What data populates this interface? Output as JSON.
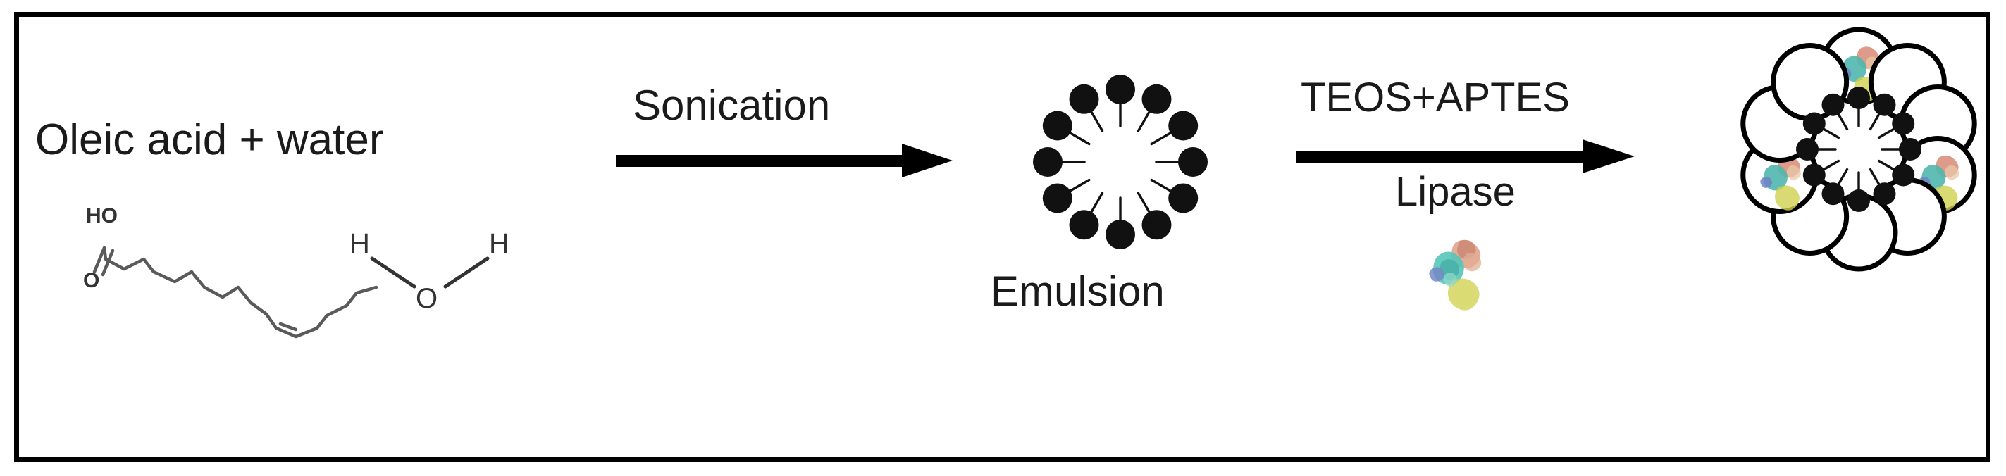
{
  "figure": {
    "domain": "diagram",
    "type": "reaction-scheme",
    "background_color": "#ffffff",
    "border_color": "#000000",
    "text_color": "#1a1a1a"
  },
  "labels": {
    "reactants": "Oleic acid + water",
    "step1": "Sonication",
    "intermediate": "Emulsion",
    "step2_top": "TEOS+APTES",
    "step2_bottom": "Lipase"
  },
  "structures": {
    "oleic_acid": {
      "name": "oleic-acid-structure",
      "hydroxyl_label": "HO",
      "carbonyl_label": "O",
      "has_cis_double_bond": true,
      "line_color": "#5a5a5a"
    },
    "water": {
      "name": "water-molecule",
      "left_hydrogen": "H",
      "oxygen": "O",
      "right_hydrogen": "H",
      "line_color": "#333333"
    },
    "emulsion": {
      "name": "emulsion-micelle",
      "surfactant_count": 12,
      "head_color": "#111111",
      "tail_color": "#111111",
      "orientation": "heads-outward-tails-inward"
    },
    "lipase_free": {
      "name": "lipase-enzyme",
      "palette": [
        "#4fb7ae",
        "#d98a74",
        "#cfd14e",
        "#6f82c6",
        "#e8c8a8"
      ]
    },
    "product": {
      "name": "silica-encapsulated-lipase-nanoparticle",
      "silica_particle_count": 10,
      "lipase_loaded_particles": 3,
      "surfactant_count": 12,
      "particle_outline_color": "#000000",
      "particle_fill_color": "#ffffff"
    }
  },
  "steps": [
    {
      "id": "step-1",
      "arrow": "right-arrow",
      "above": "Sonication",
      "below": ""
    },
    {
      "id": "step-2",
      "arrow": "right-arrow",
      "above": "TEOS+APTES",
      "below": "Lipase"
    }
  ]
}
